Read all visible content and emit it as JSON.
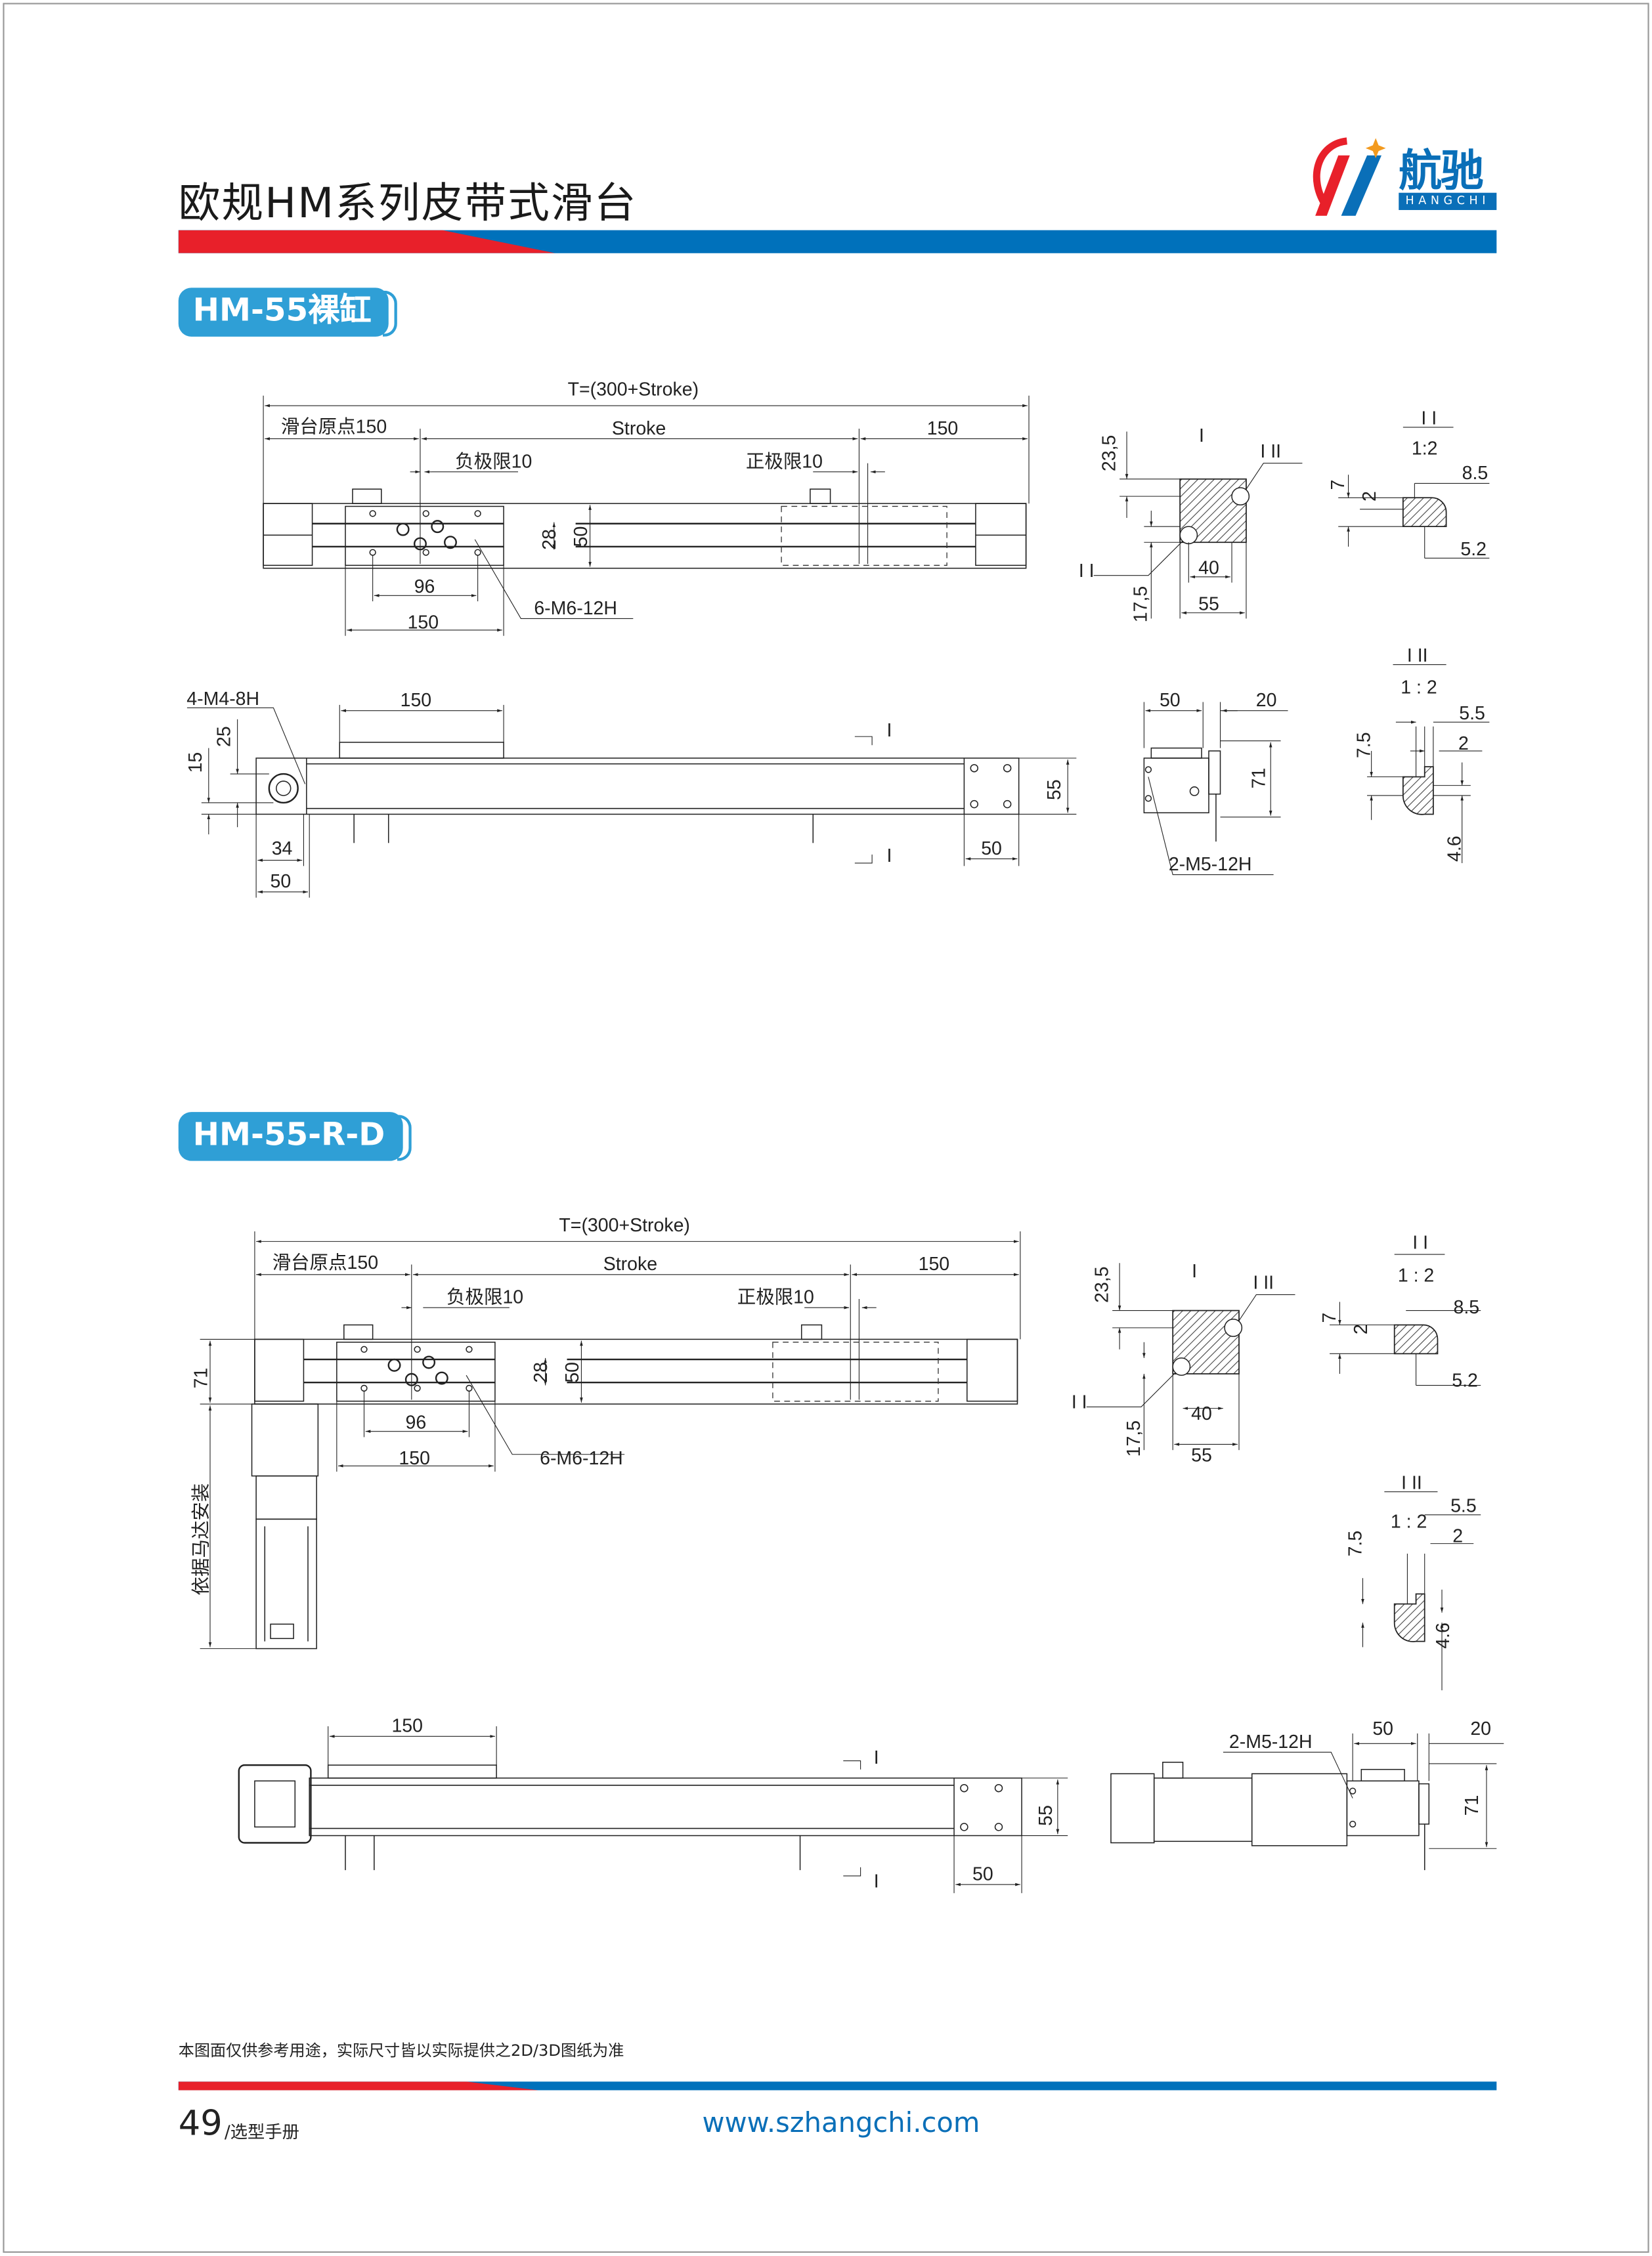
{
  "header": {
    "title": "欧规HM系列皮带式滑台",
    "logo": {
      "cn": "航驰",
      "en": "HANGCHI"
    }
  },
  "brand_colors": {
    "red": "#e8202a",
    "blue": "#0071bb",
    "badge": "#2f9fd6"
  },
  "sections": [
    {
      "badge": "HM-55裸缸",
      "top_view": {
        "total": "T=(300+Stroke)",
        "origin": "滑台原点150",
        "stroke": "Stroke",
        "end": "150",
        "neg_limit": "负极限10",
        "pos_limit": "正极限10",
        "d28": "28",
        "d50": "50",
        "d96": "96",
        "d150": "150",
        "holes": "6-M6-12H"
      },
      "section_view": {
        "mark": "I",
        "detail_mark": "I II",
        "detail_mark2": "I I",
        "d23_5": "23,5",
        "d17_5": "17,5",
        "d40": "40",
        "d55": "55"
      },
      "detail_1": {
        "title": "I I",
        "scale": "1:2",
        "d7": "7",
        "d2": "2",
        "d8_5": "8.5",
        "d5_2": "5.2"
      },
      "front_view": {
        "holes": "4-M4-8H",
        "d150": "150",
        "d25": "25",
        "d15": "15",
        "d34": "34",
        "d50": "50",
        "d55": "55",
        "d50_right": "50",
        "cut_top": "I",
        "cut_bottom": "I"
      },
      "side_view": {
        "d50": "50",
        "d20": "20",
        "d71": "71",
        "holes": "2-M5-12H"
      },
      "detail_2": {
        "title": "I II",
        "scale": "1 : 2",
        "d5_5": "5.5",
        "d7_5": "7.5",
        "d2": "2",
        "d4_6": "4.6"
      }
    },
    {
      "badge": "HM-55-R-D",
      "top_view": {
        "total": "T=(300+Stroke)",
        "origin": "滑台原点150",
        "stroke": "Stroke",
        "end": "150",
        "neg_limit": "负极限10",
        "pos_limit": "正极限10",
        "d28": "28",
        "d50": "50",
        "d96": "96",
        "d150": "150",
        "holes": "6-M6-12H",
        "d71": "71",
        "motor_note": "依据马达安装"
      },
      "section_view": {
        "mark": "I",
        "detail_mark": "I II",
        "detail_mark2": "I I",
        "d23_5": "23,5",
        "d17_5": "17,5",
        "d40": "40",
        "d55": "55"
      },
      "detail_1": {
        "title": "I I",
        "scale": "1 : 2",
        "d7": "7",
        "d2": "2",
        "d8_5": "8.5",
        "d5_2": "5.2"
      },
      "detail_2": {
        "title": "I II",
        "scale": "1 : 2",
        "d5_5": "5.5",
        "d7_5": "7.5",
        "d2": "2",
        "d4_6": "4.6"
      },
      "front_view": {
        "d150": "150",
        "d55": "55",
        "d50": "50",
        "cut_top": "I",
        "cut_bottom": "I"
      },
      "side_view": {
        "holes": "2-M5-12H",
        "d50": "50",
        "d20": "20",
        "d71": "71"
      }
    }
  ],
  "footer": {
    "note": "本图面仅供参考用途，实际尺寸皆以实际提供之2D/3D图纸为准",
    "page": "49",
    "manual": "/选型手册",
    "url": "www.szhangchi.com"
  }
}
